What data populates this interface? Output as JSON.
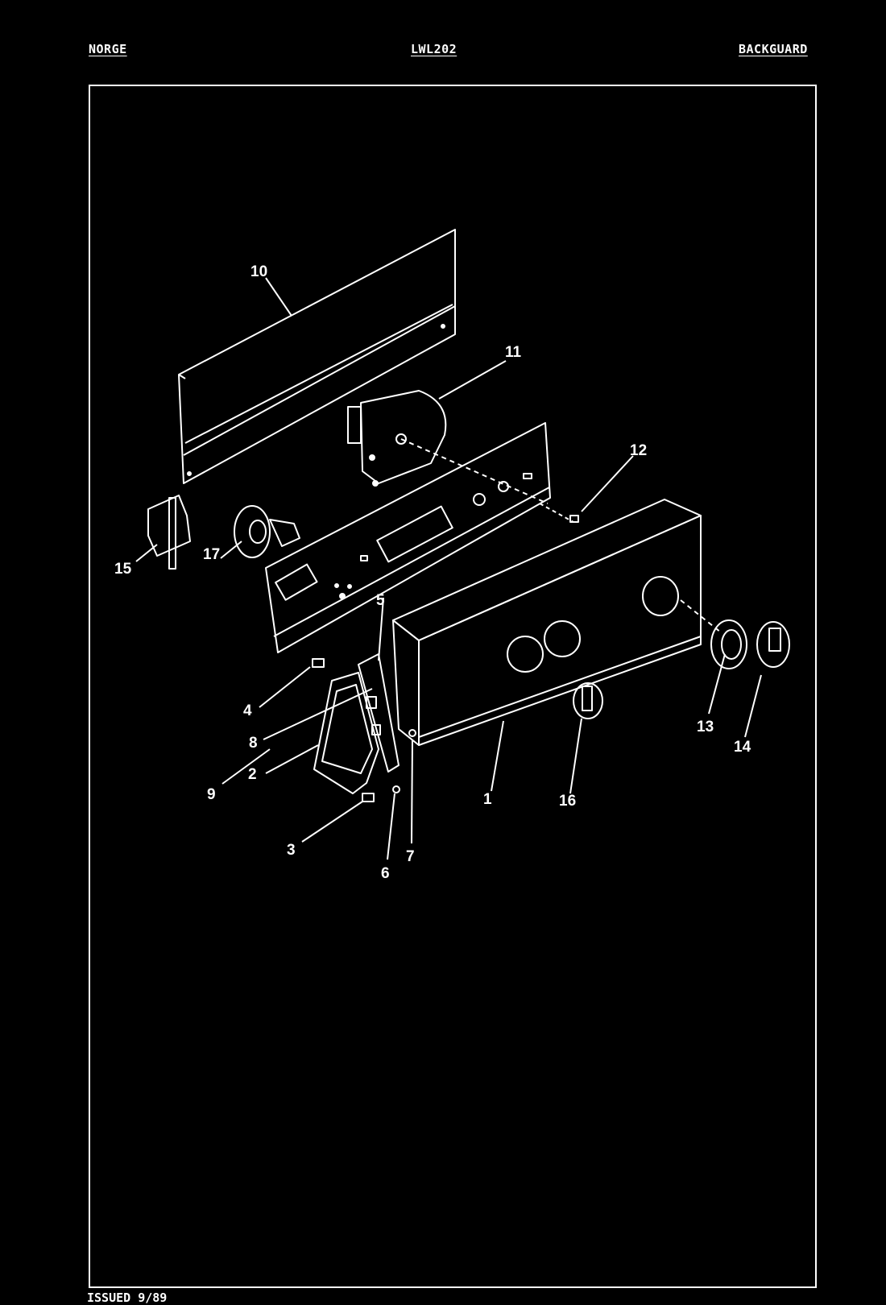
{
  "header": {
    "brand": "NORGE",
    "model": "LWL202",
    "section": "BACKGUARD"
  },
  "footer": {
    "issued": "ISSUED 9/89"
  },
  "callouts": [
    "1",
    "2",
    "3",
    "4",
    "5",
    "6",
    "7",
    "8",
    "9",
    "10",
    "11",
    "12",
    "13",
    "14",
    "15",
    "16",
    "17"
  ],
  "colors": {
    "background": "#000000",
    "line": "#ffffff"
  }
}
